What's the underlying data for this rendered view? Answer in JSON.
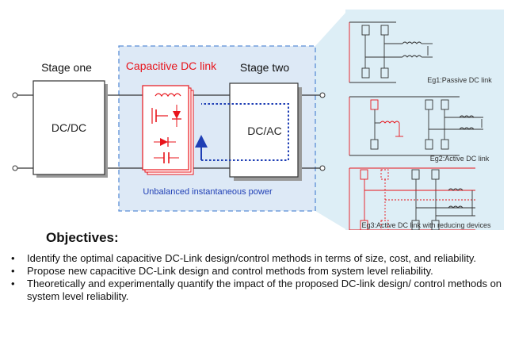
{
  "diagram": {
    "stage_one_label": "Stage one",
    "stage_two_label": "Stage two",
    "dc_link_label": "Capacitive DC link",
    "dcdc_label": "DC/DC",
    "dcac_label": "DC/AC",
    "unbalanced_label": "Unbalanced instantaneous power",
    "eg1_label": "Eg1:Passive DC link",
    "eg2_label": "Eg2:Active DC link",
    "eg3_label": "Eg3:Active DC link with reducing devices"
  },
  "objectives": {
    "title": "Objectives:",
    "items": [
      "Identify the optimal capacitive DC-Link design/control methods  in terms of size, cost, and reliability.",
      "Propose new capacitive DC-Link design and control methods from system level reliability.",
      "Theoretically and experimentally quantify the impact of the proposed DC-link design/ control methods on system level reliability."
    ]
  },
  "colors": {
    "accent_red": "#e8141b",
    "blue_dashed": "#1f3fb5",
    "panel_fill": "#ddeef6",
    "dashed_box": "#5b8fd6"
  }
}
